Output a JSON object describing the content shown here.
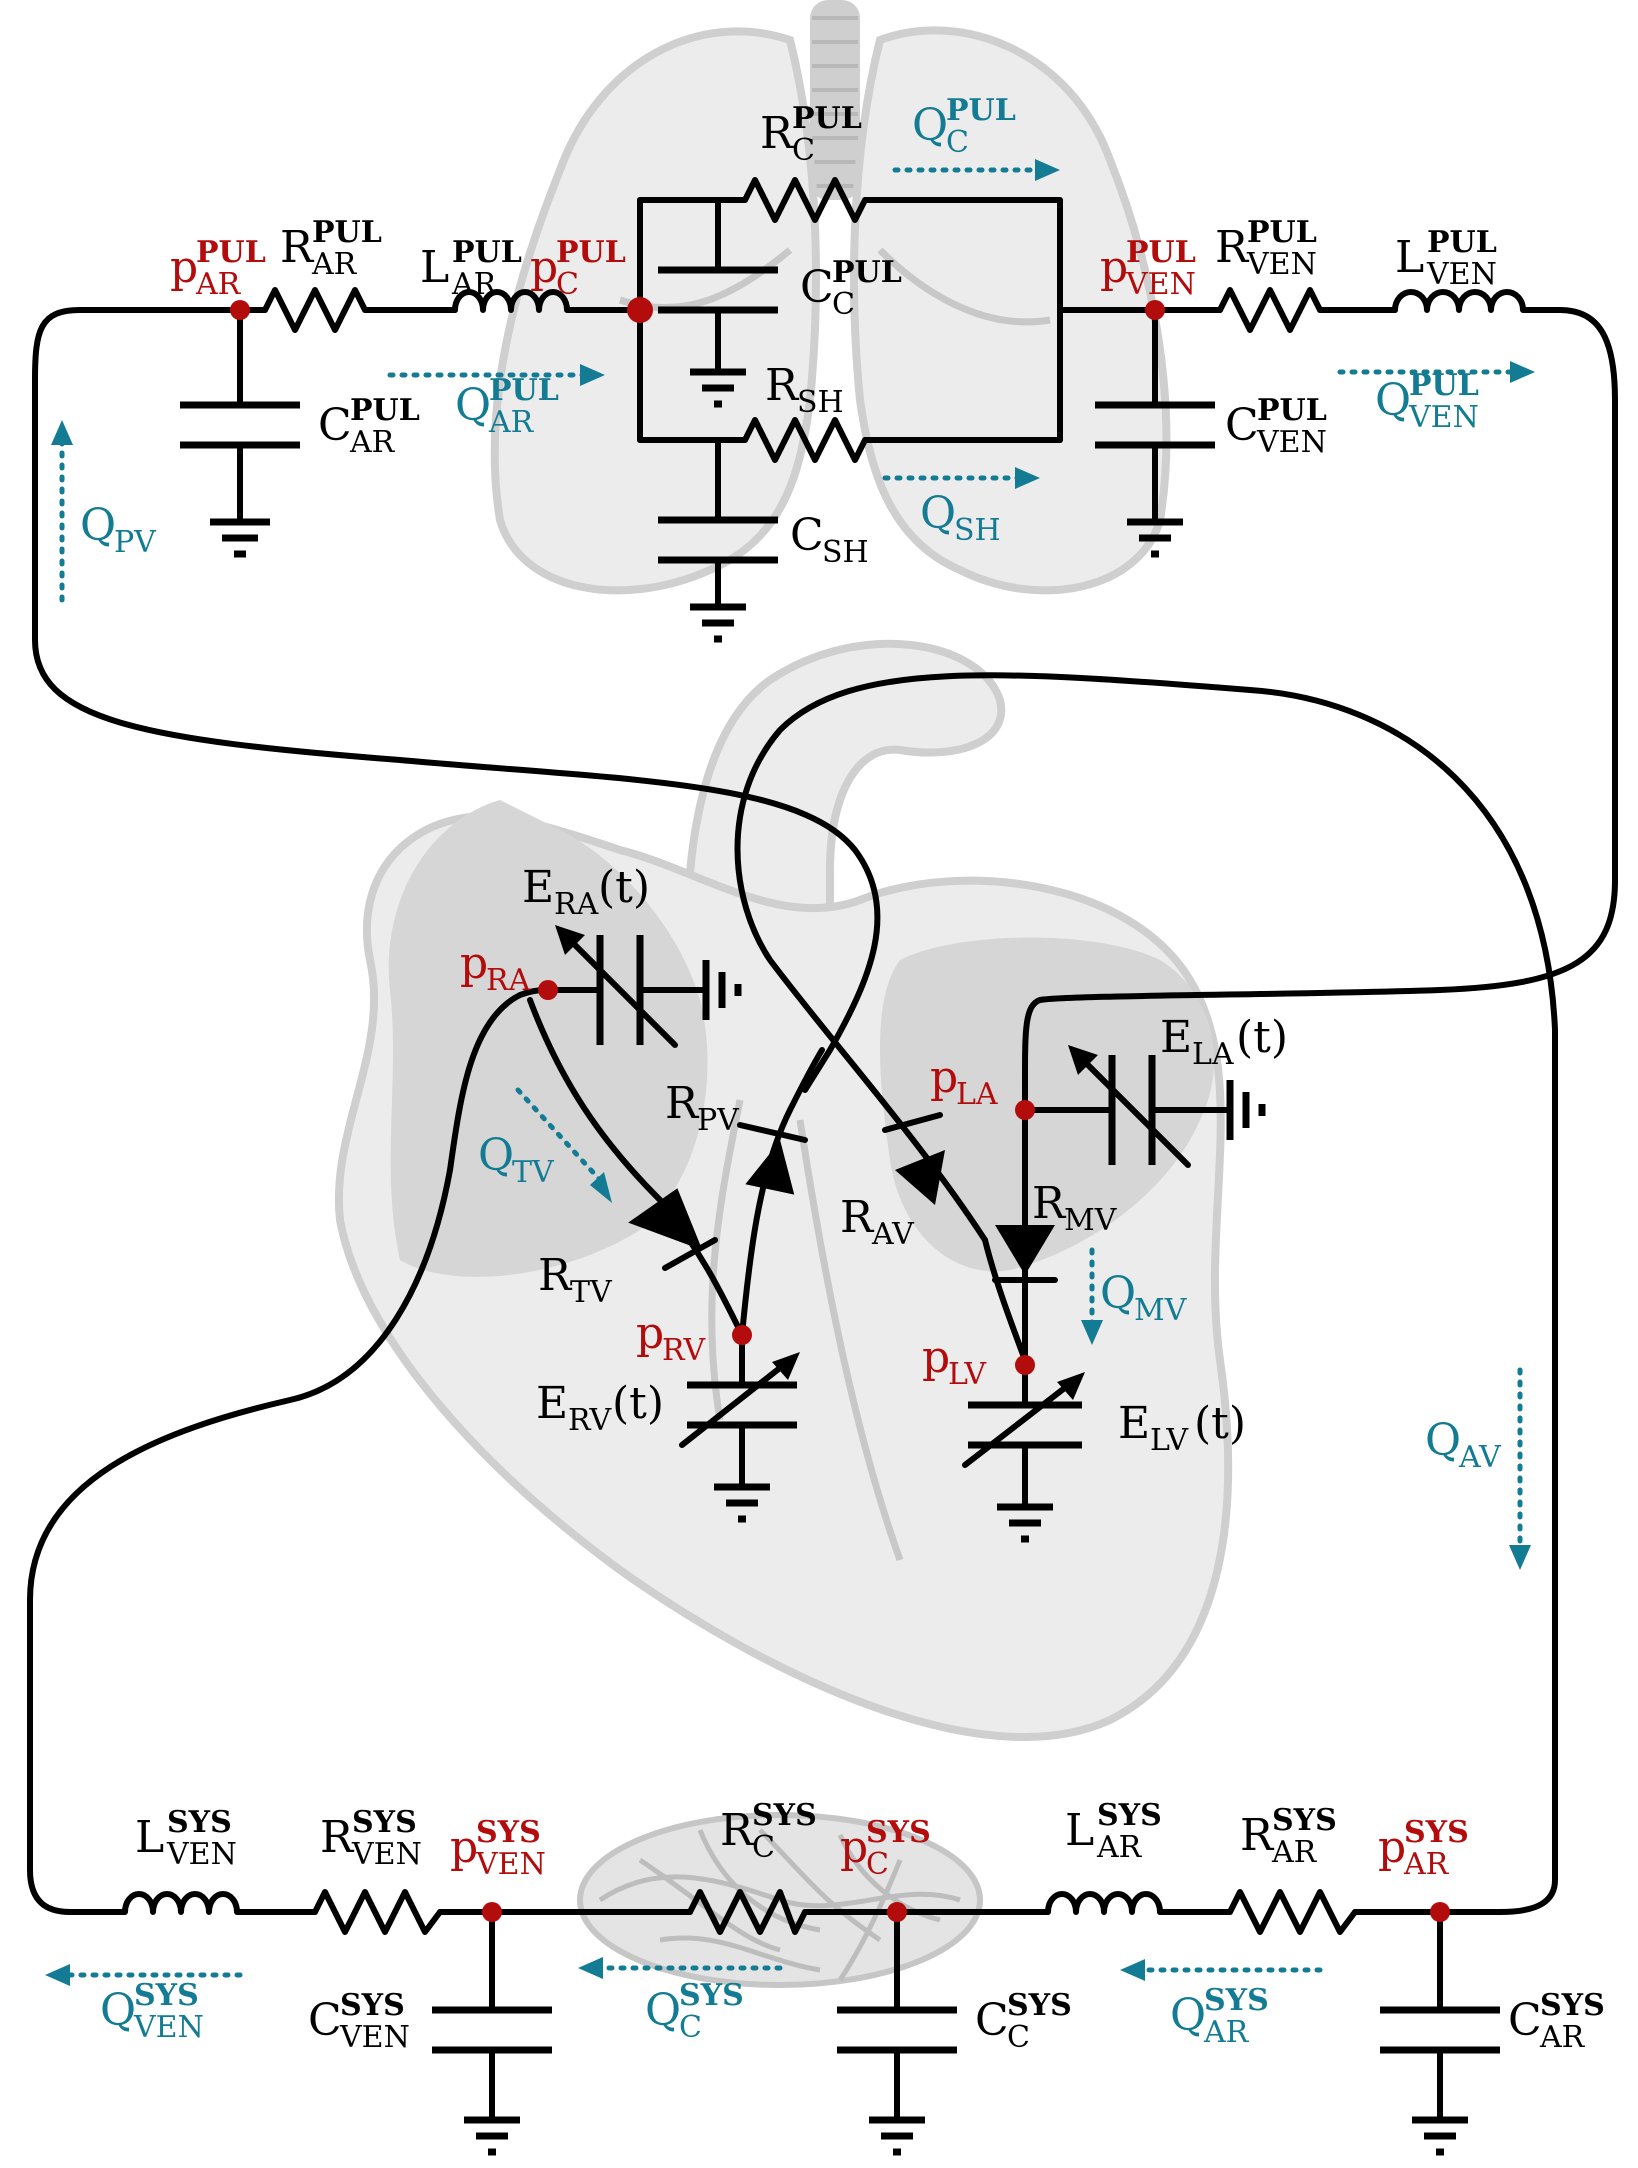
{
  "diagram": {
    "colors": {
      "wire": "#000000",
      "pressure_node": "#b30c0c",
      "flow": "#137b93",
      "organ_fill": "#ececec",
      "organ_dark": "#d6d6d6"
    },
    "illustrations": [
      "lungs-icon",
      "heart-icon",
      "capillary-network-icon"
    ],
    "pulmonary": {
      "p_ar": {
        "base": "p",
        "sub": "AR",
        "sup": "PUL"
      },
      "r_ar": {
        "base": "R",
        "sub": "AR",
        "sup": "PUL"
      },
      "l_ar": {
        "base": "L",
        "sub": "AR",
        "sup": "PUL"
      },
      "c_ar": {
        "base": "C",
        "sub": "AR",
        "sup": "PUL"
      },
      "q_ar": {
        "base": "Q",
        "sub": "AR",
        "sup": "PUL"
      },
      "p_c": {
        "base": "p",
        "sub": "C",
        "sup": "PUL"
      },
      "r_c": {
        "base": "R",
        "sub": "C",
        "sup": "PUL"
      },
      "c_c": {
        "base": "C",
        "sub": "C",
        "sup": "PUL"
      },
      "q_c": {
        "base": "Q",
        "sub": "C",
        "sup": "PUL"
      },
      "r_sh": {
        "base": "R",
        "sub": "SH",
        "sup": ""
      },
      "c_sh": {
        "base": "C",
        "sub": "SH",
        "sup": ""
      },
      "q_sh": {
        "base": "Q",
        "sub": "SH",
        "sup": ""
      },
      "p_ven": {
        "base": "p",
        "sub": "VEN",
        "sup": "PUL"
      },
      "r_ven": {
        "base": "R",
        "sub": "VEN",
        "sup": "PUL"
      },
      "l_ven": {
        "base": "L",
        "sub": "VEN",
        "sup": "PUL"
      },
      "c_ven": {
        "base": "C",
        "sub": "VEN",
        "sup": "PUL"
      },
      "q_ven": {
        "base": "Q",
        "sub": "VEN",
        "sup": "PUL"
      }
    },
    "heart": {
      "q_pv": {
        "base": "Q",
        "sub": "PV"
      },
      "e_ra": {
        "base": "E",
        "sub": "RA",
        "tail": "(t)"
      },
      "p_ra": {
        "base": "p",
        "sub": "RA"
      },
      "q_tv": {
        "base": "Q",
        "sub": "TV"
      },
      "r_tv": {
        "base": "R",
        "sub": "TV"
      },
      "r_pv": {
        "base": "R",
        "sub": "PV"
      },
      "p_rv": {
        "base": "p",
        "sub": "RV"
      },
      "e_rv": {
        "base": "E",
        "sub": "RV",
        "tail": "(t)"
      },
      "r_av": {
        "base": "R",
        "sub": "AV"
      },
      "e_la": {
        "base": "E",
        "sub": "LA",
        "tail": "(t)"
      },
      "p_la": {
        "base": "p",
        "sub": "LA"
      },
      "r_mv": {
        "base": "R",
        "sub": "MV"
      },
      "q_mv": {
        "base": "Q",
        "sub": "MV"
      },
      "p_lv": {
        "base": "p",
        "sub": "LV"
      },
      "e_lv": {
        "base": "E",
        "sub": "LV",
        "tail": "(t)"
      },
      "q_av": {
        "base": "Q",
        "sub": "AV"
      }
    },
    "systemic": {
      "l_ven": {
        "base": "L",
        "sub": "VEN",
        "sup": "SYS"
      },
      "r_ven": {
        "base": "R",
        "sub": "VEN",
        "sup": "SYS"
      },
      "p_ven": {
        "base": "p",
        "sub": "VEN",
        "sup": "SYS"
      },
      "r_c": {
        "base": "R",
        "sub": "C",
        "sup": "SYS"
      },
      "p_c": {
        "base": "p",
        "sub": "C",
        "sup": "SYS"
      },
      "l_ar": {
        "base": "L",
        "sub": "AR",
        "sup": "SYS"
      },
      "r_ar": {
        "base": "R",
        "sub": "AR",
        "sup": "SYS"
      },
      "p_ar": {
        "base": "p",
        "sub": "AR",
        "sup": "SYS"
      },
      "q_ven": {
        "base": "Q",
        "sub": "VEN",
        "sup": "SYS"
      },
      "c_ven": {
        "base": "C",
        "sub": "VEN",
        "sup": "SYS"
      },
      "q_c": {
        "base": "Q",
        "sub": "C",
        "sup": "SYS"
      },
      "c_c": {
        "base": "C",
        "sub": "C",
        "sup": "SYS"
      },
      "q_ar": {
        "base": "Q",
        "sub": "AR",
        "sup": "SYS"
      },
      "c_ar": {
        "base": "C",
        "sub": "AR",
        "sup": "SYS"
      }
    }
  }
}
